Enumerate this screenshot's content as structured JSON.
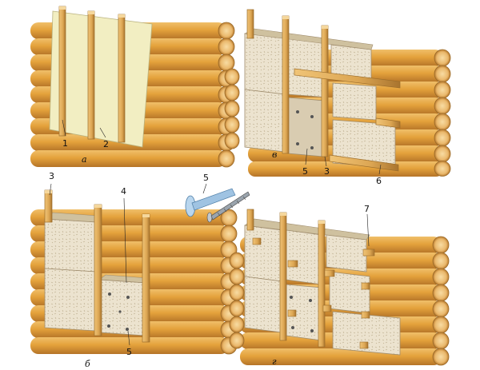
{
  "figure": {
    "panels": [
      {
        "id": "a",
        "letter": "а"
      },
      {
        "id": "b",
        "letter": "б"
      },
      {
        "id": "v",
        "letter": "в"
      },
      {
        "id": "g",
        "letter": "г"
      }
    ],
    "callouts": {
      "a_1": "1",
      "a_2": "2",
      "v_5": "5",
      "v_3": "3",
      "v_6": "6",
      "b_3": "3",
      "b_4": "4",
      "b_5": "5",
      "dowel_5": "5",
      "g_7": "7"
    }
  },
  "colors": {
    "log": "#e4a23c",
    "log_shadow": "#b6752a",
    "log_end": "#f1c27a",
    "batten": "#dca653",
    "batten_edge": "#9c6d2a",
    "membrane": "#f2eec2",
    "insulation": "#ece3cf",
    "insulation_edge": "#a08d6e",
    "dowel": "#9fc3e2",
    "screw": "#9aa4ad"
  }
}
